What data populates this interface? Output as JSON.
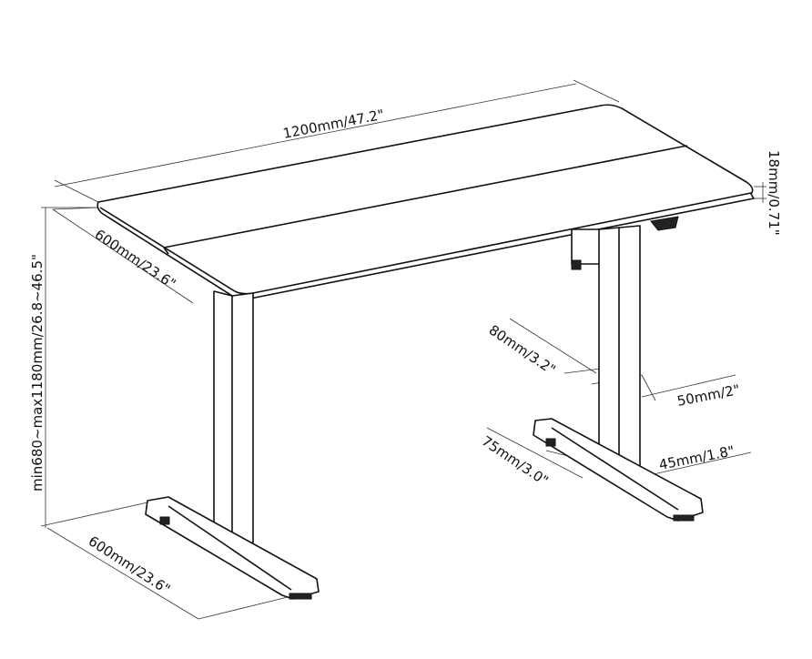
{
  "dimensions": {
    "width": "1200mm/47.2\"",
    "top_thickness": "18mm/0.71\"",
    "depth_top": "600mm/23.6\"",
    "height_range": "min680~max1180mm/26.8~46.5\"",
    "column_depth": "80mm/3.2\"",
    "column_width": "50mm/2\"",
    "foot_width": "75mm/3.0\"",
    "foot_height": "45mm/1.8\"",
    "depth_foot": "600mm/23.6\""
  },
  "colors": {
    "line": "#111111",
    "background": "#ffffff"
  }
}
